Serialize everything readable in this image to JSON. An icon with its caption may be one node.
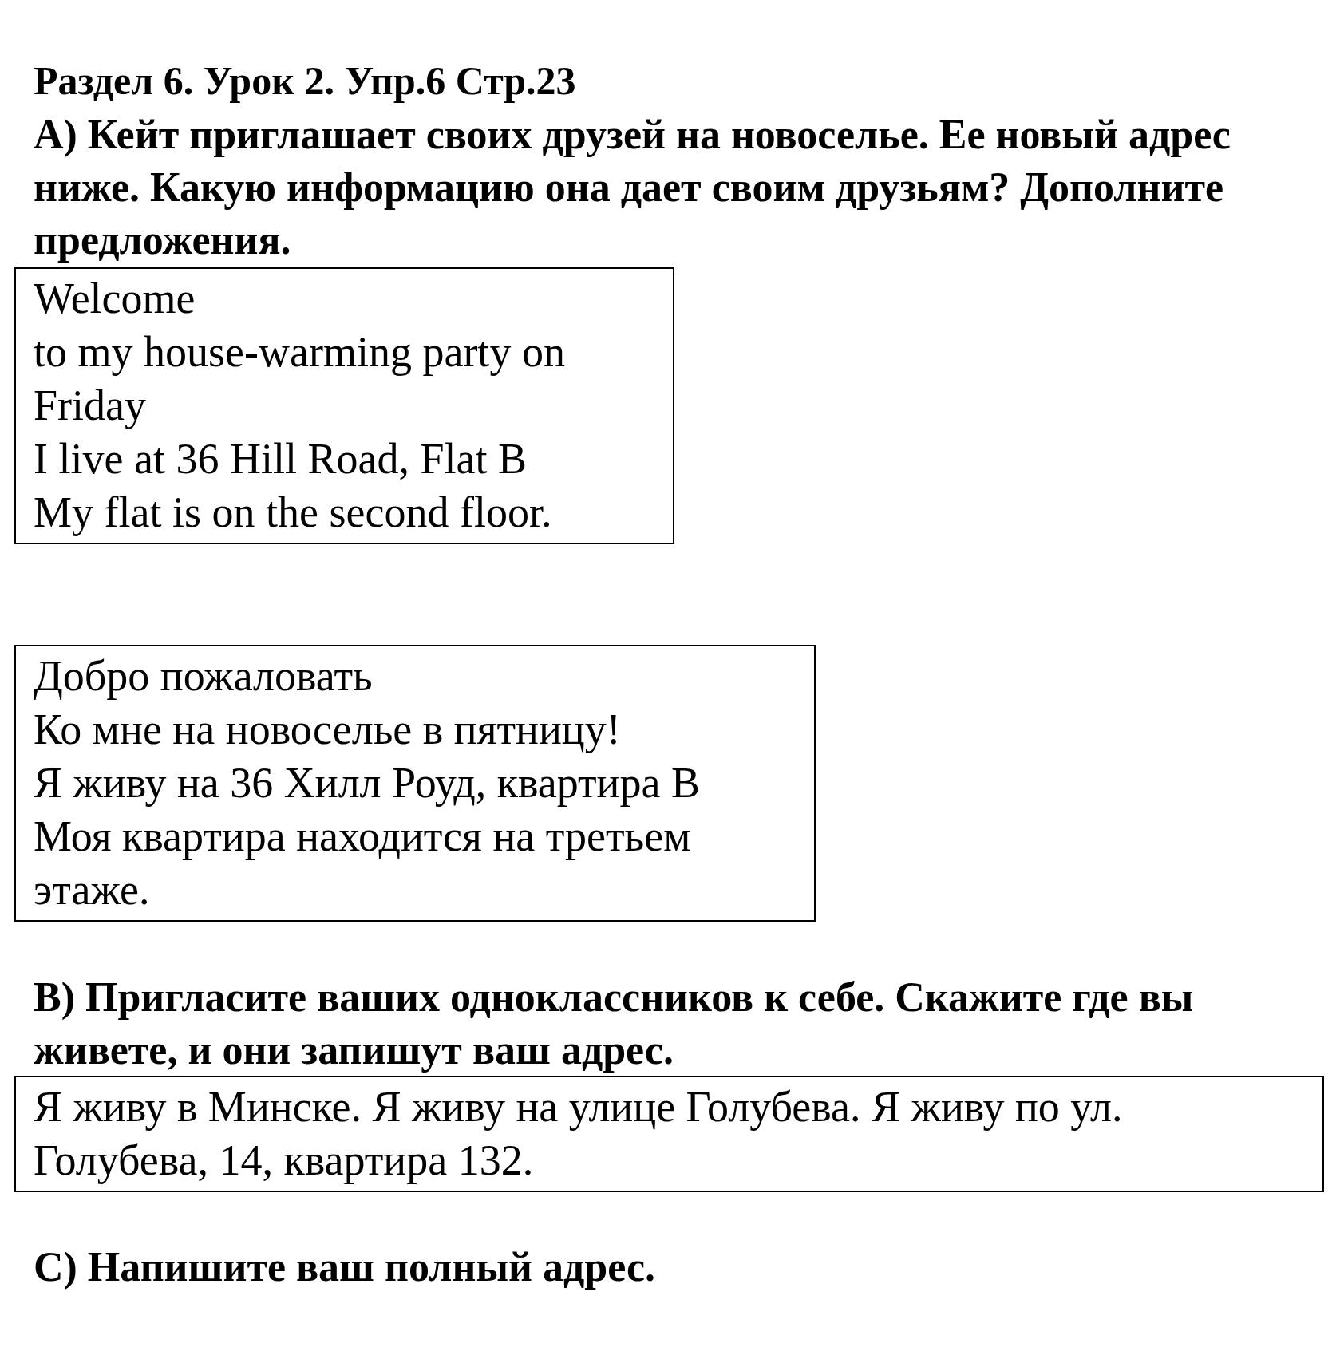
{
  "diagram": {
    "title": "Раздел 6. Урок 2. Упр.6 Стр.23",
    "nodes": [
      {
        "text": [
          "Welcome",
          "to my house-warming party on Friday",
          "I live at 36 Hill Road, Flat B",
          "My flat is on the second floor."
        ]
      },
      {
        "text": [
          "Добро пожаловать",
          "Ко мне на новоселье в пятницу!",
          "Я живу на 36 Хилл Роуд, квартира В",
          "Моя квартира находится на третьем этаже."
        ]
      },
      {
        "text": [
          "Я живу в Минске. Я живу на улице Голубева. Я живу по ул. Голубева, 14, квартира 132."
        ]
      }
    ],
    "edges": [],
    "labels": [
      "А) Кейт приглашает своих друзей на новоселье. Ее новый адрес ниже. Какую информацию она дает своим друзьям? Дополните предложения.",
      "B) Пригласите ваших одноклассников к себе. Скажите где вы живете, и они запишут ваш адрес.",
      "C) Напишите ваш полный адрес."
    ]
  }
}
